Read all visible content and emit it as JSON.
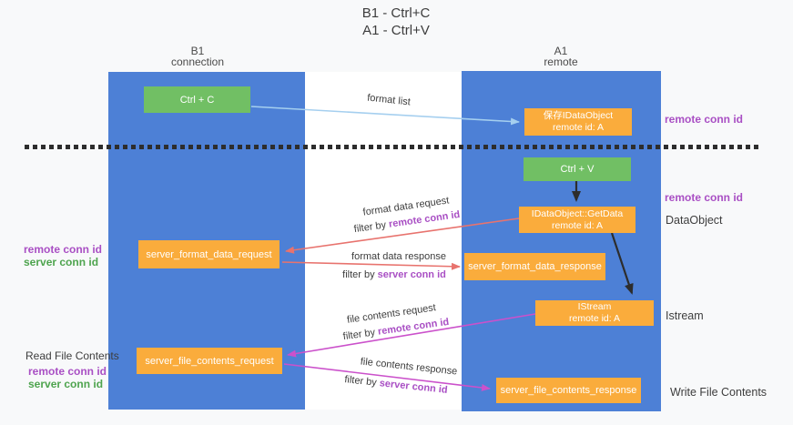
{
  "title": {
    "line1": "B1 - Ctrl+C",
    "line2": "A1 - Ctrl+V"
  },
  "lanes": {
    "left": {
      "name": "B1",
      "subtitle": "connection"
    },
    "right": {
      "name": "A1",
      "subtitle": "remote"
    }
  },
  "boxes": {
    "ctrl_c": {
      "label": "Ctrl + C"
    },
    "ctrl_v": {
      "label": "Ctrl + V"
    },
    "save_dataobject": {
      "line1": "保存IDataObject",
      "line2": "remote id: A"
    },
    "getdata": {
      "line1": "IDataObject::GetData",
      "line2": "remote id: A"
    },
    "istream": {
      "line1": "IStream",
      "line2": "remote id: A"
    },
    "server_format_data_request": {
      "label": "server_format_data_request"
    },
    "server_format_data_response": {
      "label": "server_format_data_response"
    },
    "server_file_contents_request": {
      "label": "server_file_contents_request"
    },
    "server_file_contents_response": {
      "label": "server_file_contents_response"
    }
  },
  "arrows": {
    "format_list": {
      "label": "format list"
    },
    "format_data_request": {
      "line1": "format data request",
      "filter_prefix": "filter by ",
      "filter_key": "remote conn id"
    },
    "format_data_response": {
      "line1": "format data response",
      "filter_prefix": "filter by ",
      "filter_key": "server conn id"
    },
    "file_contents_request": {
      "line1": "file contents request",
      "filter_prefix": "filter by ",
      "filter_key": "remote conn id"
    },
    "file_contents_response": {
      "line1": "file contents response",
      "filter_prefix": "filter by ",
      "filter_key": "server conn id"
    }
  },
  "side_labels": {
    "right_remote_conn_id_top": "remote conn id",
    "right_remote_conn_id_mid": "remote conn id",
    "dataobject": "DataObject",
    "istream": "Istream",
    "write_file_contents": "Write File Contents",
    "left_remote_conn_id_1": "remote conn id",
    "left_server_conn_id_1": "server conn id",
    "read_file_contents": "Read File Contents",
    "left_remote_conn_id_2": "remote conn id",
    "left_server_conn_id_2": "server conn id"
  },
  "colors": {
    "lane_blue": "#4d80d6",
    "box_green": "#71bf64",
    "box_orange": "#faac3c",
    "arrow_lightblue": "#a5cfef",
    "arrow_red": "#e8736e",
    "arrow_magenta": "#cb51cb",
    "arrow_black": "#2d2d2d",
    "label_purple": "#a94fc4",
    "label_green": "#4ea44e",
    "text_dark": "#3d3d3d",
    "bg": "#f8f9fa",
    "gap_white": "#ffffff"
  }
}
